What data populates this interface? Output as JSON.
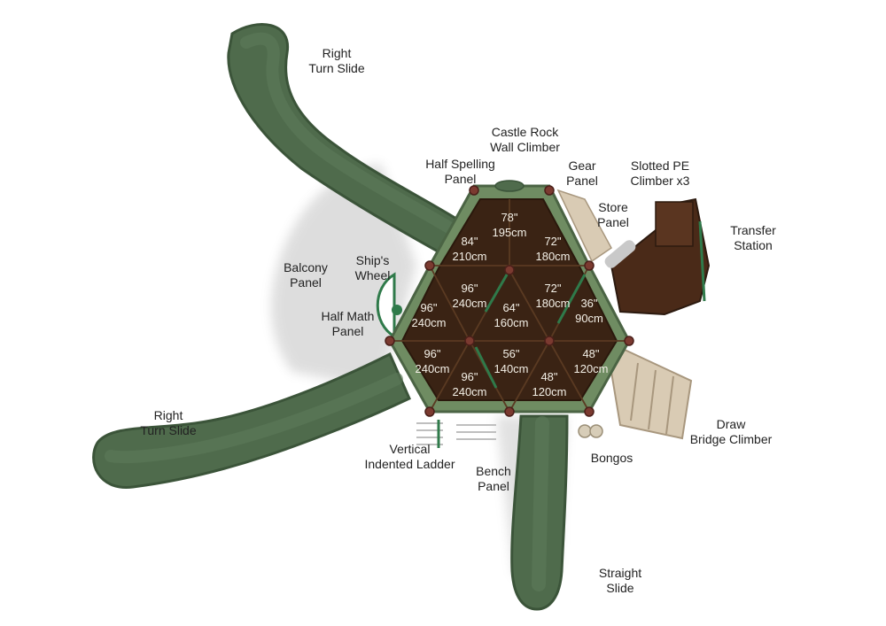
{
  "labels": {
    "right_turn_slide_top": "Right\nTurn Slide",
    "castle_rock_wall_climber": "Castle Rock\nWall Climber",
    "half_spelling_panel": "Half Spelling\nPanel",
    "gear_panel": "Gear\nPanel",
    "slotted_pe_climber": "Slotted PE\nClimber x3",
    "store_panel": "Store\nPanel",
    "transfer_station": "Transfer\nStation",
    "balcony_panel": "Balcony\nPanel",
    "ships_wheel": "Ship's\nWheel",
    "half_math_panel": "Half Math\nPanel",
    "right_turn_slide_bottom": "Right\nTurn Slide",
    "vertical_indented_ladder": "Vertical\nIndented Ladder",
    "bench_panel": "Bench\nPanel",
    "bongos": "Bongos",
    "draw_bridge_climber": "Draw\nBridge Climber",
    "straight_slide": "Straight\nSlide"
  },
  "decks": [
    {
      "in": "78\"",
      "cm": "195cm"
    },
    {
      "in": "84\"",
      "cm": "210cm"
    },
    {
      "in": "72\"",
      "cm": "180cm"
    },
    {
      "in": "96\"",
      "cm": "240cm"
    },
    {
      "in": "72\"",
      "cm": "180cm"
    },
    {
      "in": "96\"",
      "cm": "240cm"
    },
    {
      "in": "64\"",
      "cm": "160cm"
    },
    {
      "in": "36\"",
      "cm": "90cm"
    },
    {
      "in": "96\"",
      "cm": "240cm"
    },
    {
      "in": "56\"",
      "cm": "140cm"
    },
    {
      "in": "48\"",
      "cm": "120cm"
    },
    {
      "in": "96\"",
      "cm": "240cm"
    },
    {
      "in": "48\"",
      "cm": "120cm"
    }
  ],
  "colors": {
    "slide_green": "#4f6b4c",
    "slide_edge": "#3b5439",
    "deck_brown": "#3a2314",
    "deck_line": "#5a3a22",
    "panel_green": "#6f8c62",
    "post_red": "#7b3a30",
    "beige": "#d9cbb4",
    "roof_brown": "#4a2a18"
  }
}
